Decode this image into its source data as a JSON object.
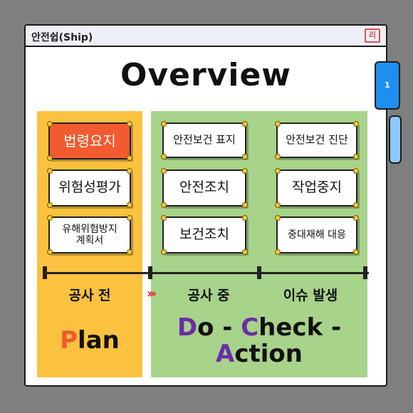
{
  "app": {
    "title": "안전쉽(Ship)",
    "logo_text": "리"
  },
  "heading": "Overview",
  "tabs": [
    {
      "label": "1"
    }
  ],
  "plan": {
    "signs": [
      "법령요지",
      "위험성평가",
      "유해위험방지\n계획서"
    ],
    "phase_label": "공사 전",
    "stage_first_letter": "P",
    "stage_rest": "lan"
  },
  "dca": {
    "signs_left": [
      "안전보건 표지",
      "안전조치",
      "보건조치"
    ],
    "signs_right": [
      "안전보건 진단",
      "작업중지",
      "중대재해 대응"
    ],
    "phase_during": "공사 중",
    "phase_issue": "이슈 발생",
    "arrows": "›››",
    "do_first": "D",
    "do_rest": "o - ",
    "check_first": "C",
    "check_rest": "heck -",
    "action_first": "A",
    "action_rest": "ction"
  },
  "colors": {
    "plan_bg": "#fbc23f",
    "dca_bg": "#a8d38b",
    "highlight_sign": "#f25a2f",
    "plan_letter": "#f25a2f",
    "dca_letter": "#6a2ea6",
    "tab_active": "#1e8ff0",
    "tab_inactive": "#8cc8ff"
  }
}
